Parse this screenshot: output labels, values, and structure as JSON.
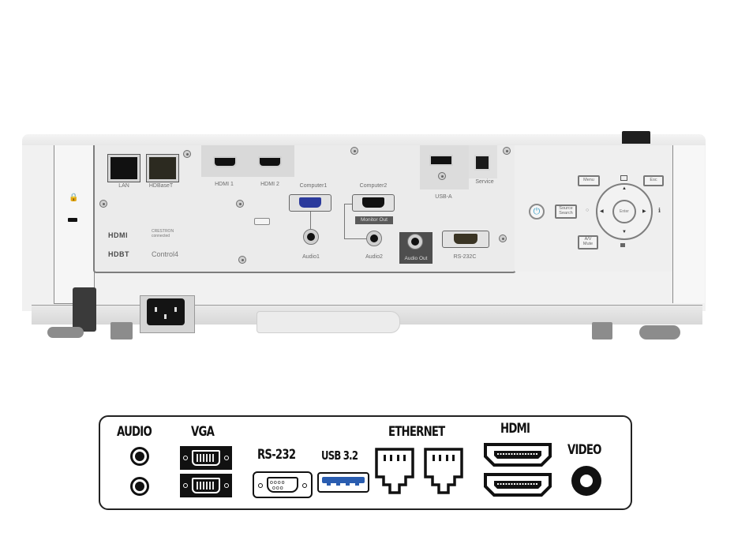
{
  "projector": {
    "io_panel": {
      "ports": [
        {
          "id": "lan",
          "label": "LAN",
          "type": "rj45"
        },
        {
          "id": "hdbaset",
          "label": "HDBaseT",
          "type": "rj45"
        },
        {
          "id": "hdmi1",
          "label": "HDMI 1",
          "type": "hdmi"
        },
        {
          "id": "hdmi2",
          "label": "HDMI 2",
          "type": "hdmi"
        },
        {
          "id": "computer1",
          "label": "Computer1",
          "type": "vga",
          "color": "#2b3a9c"
        },
        {
          "id": "computer2",
          "label": "Computer2",
          "type": "vga",
          "sublabel": "Monitor Out"
        },
        {
          "id": "audio1",
          "label": "Audio1",
          "type": "jack"
        },
        {
          "id": "audio2",
          "label": "Audio2",
          "type": "jack"
        },
        {
          "id": "audio_out",
          "label": "Audio Out",
          "type": "jack"
        },
        {
          "id": "rs232c",
          "label": "RS-232C",
          "type": "dsub9"
        },
        {
          "id": "usb_a",
          "label": "USB-A",
          "type": "usb-a"
        },
        {
          "id": "service",
          "label": "Service",
          "type": "usb-b"
        }
      ],
      "logos": [
        "HDMI",
        "CRESTRON connected",
        "HDBT",
        "Control4"
      ]
    },
    "keypad": {
      "power_icon": "power-icon",
      "power_color": "#3aa0c8",
      "buttons": {
        "menu": "Menu",
        "esc": "Esc",
        "source_search": "Source Search",
        "av_mute": "A/V Mute",
        "enter": "Enter"
      }
    }
  },
  "legend": {
    "audio": "AUDIO",
    "vga": "VGA",
    "rs232": "RS-232",
    "usb": "USB 3.2",
    "ethernet": "ETHERNET",
    "hdmi": "HDMI",
    "video": "VIDEO",
    "usb_color": "#2a5db0"
  }
}
